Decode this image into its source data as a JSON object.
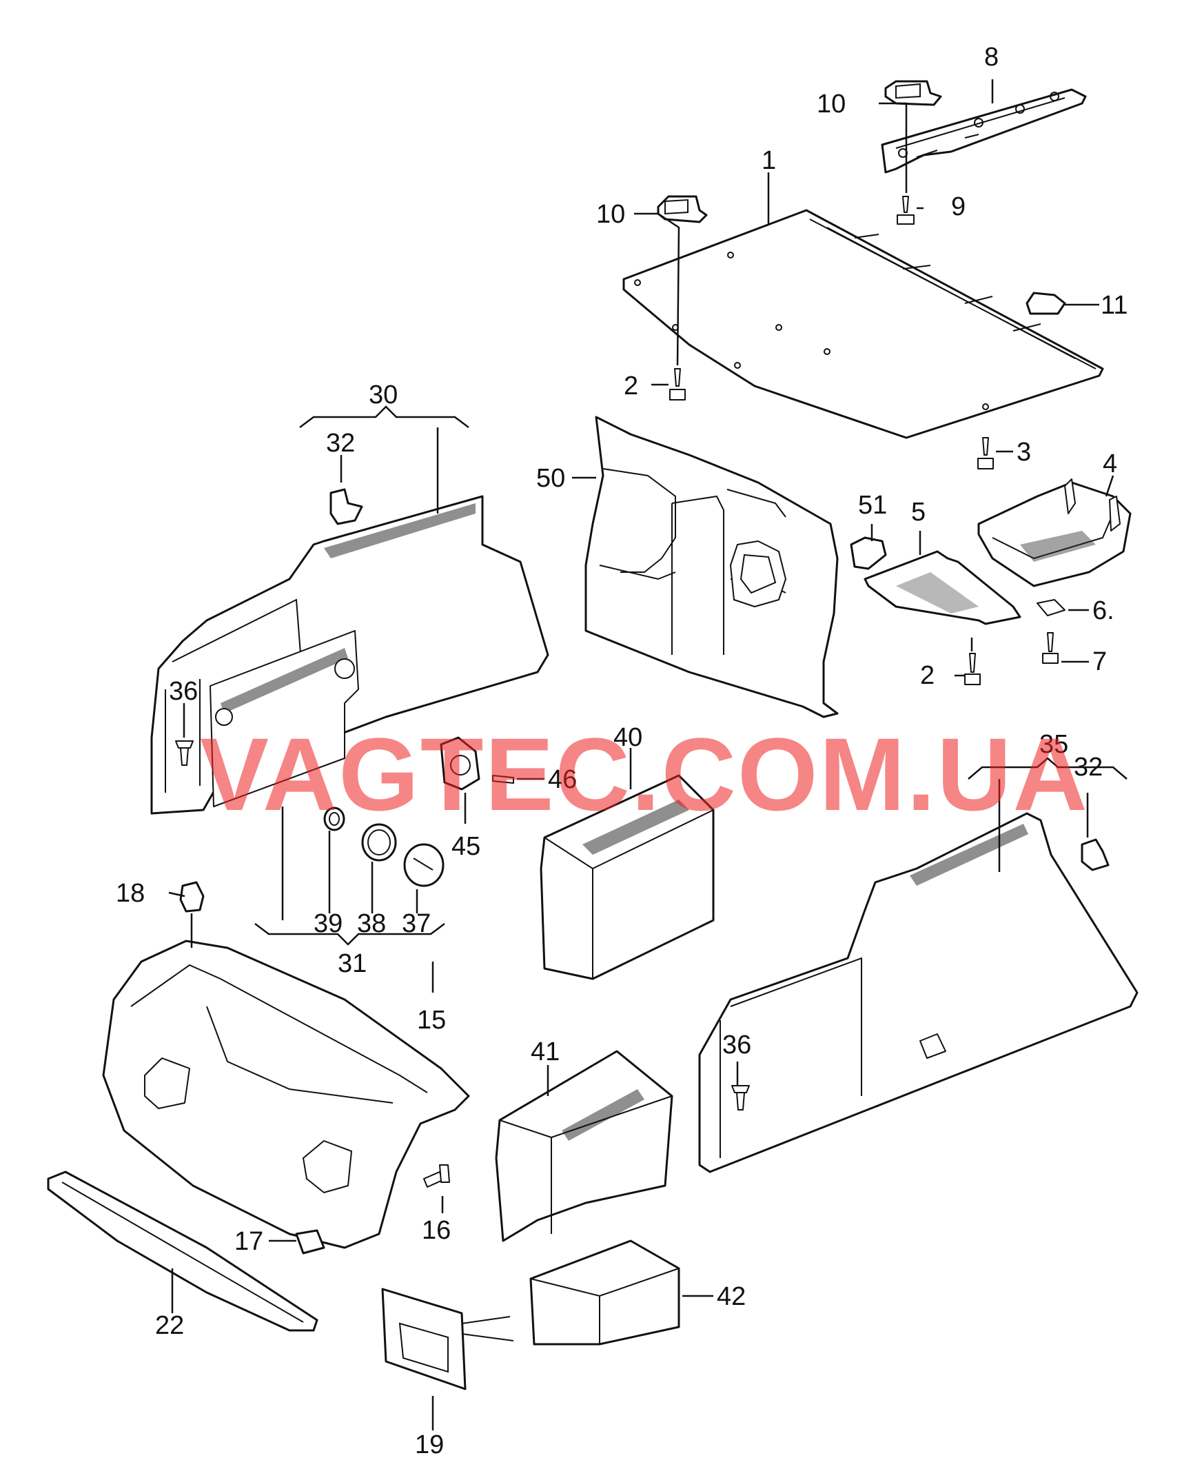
{
  "watermark": "VAGTEC.COM.UA",
  "callouts": {
    "c1": "1",
    "c2a": "2",
    "c2b": "2",
    "c3": "3",
    "c4": "4",
    "c5": "5",
    "c6": "6.",
    "c7": "7",
    "c8": "8",
    "c9": "9",
    "c10a": "10",
    "c10b": "10",
    "c11": "11",
    "c15": "15",
    "c16": "16",
    "c17": "17",
    "c18": "18",
    "c19": "19",
    "c22": "22",
    "c30": "30",
    "c31": "31",
    "c32a": "32",
    "c32b": "32",
    "c35": "35",
    "c36a": "36",
    "c36b": "36",
    "c37": "37",
    "c38": "38",
    "c39": "39",
    "c40": "40",
    "c41": "41",
    "c42": "42",
    "c45": "45",
    "c46": "46",
    "c50": "50",
    "c51": "51"
  }
}
